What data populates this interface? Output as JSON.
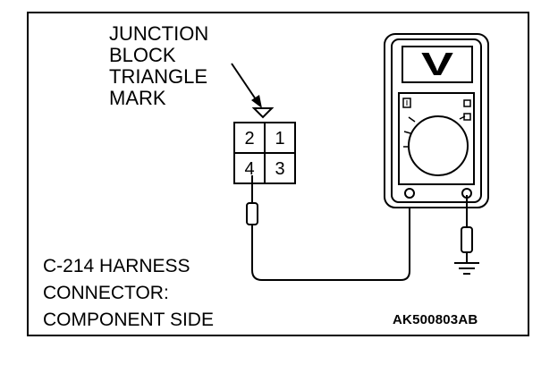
{
  "junction_label": {
    "line1": "JUNCTION",
    "line2": "BLOCK",
    "line3": "TRIANGLE",
    "line4": "MARK"
  },
  "connector": {
    "pins": [
      "2",
      "1",
      "4",
      "3"
    ]
  },
  "caption": {
    "line1": "C-214 HARNESS",
    "line2": "CONNECTOR:",
    "line3": "COMPONENT SIDE"
  },
  "figure_code": "AK500803AB",
  "meter": {
    "display_symbol": "V"
  }
}
